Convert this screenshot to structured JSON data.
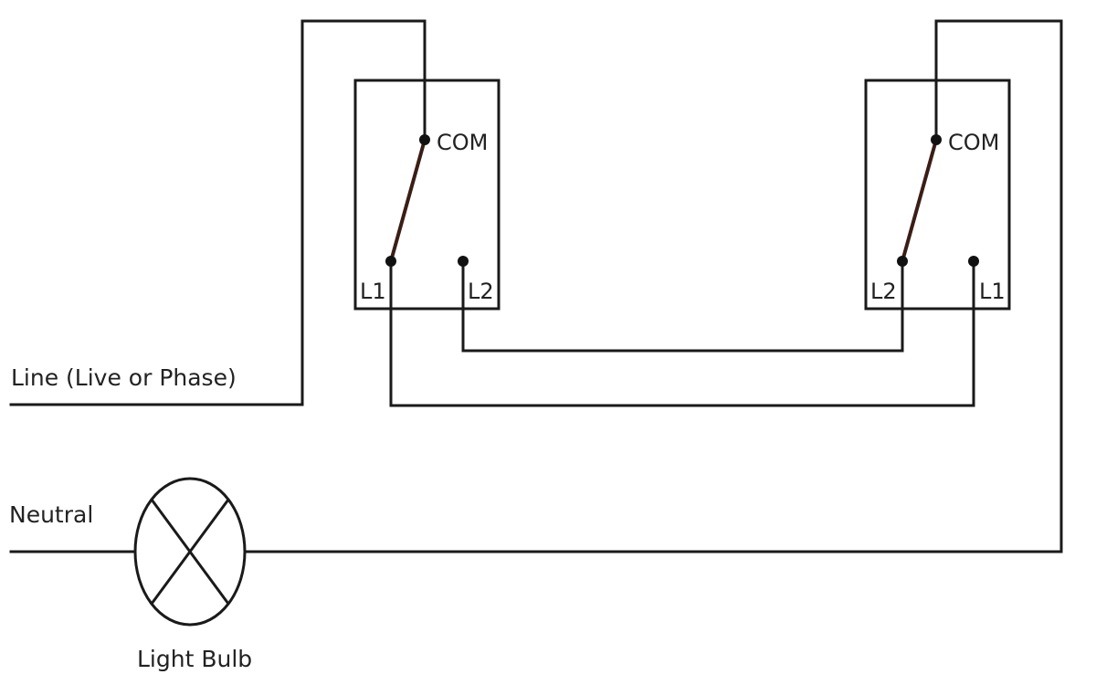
{
  "labels": {
    "line": "Line (Live or Phase)",
    "neutral": "Neutral",
    "light_bulb": "Light Bulb"
  },
  "switch_left": {
    "com": "COM",
    "left_terminal": "L1",
    "right_terminal": "L2"
  },
  "switch_right": {
    "com": "COM",
    "left_terminal": "L2",
    "right_terminal": "L1"
  },
  "colors": {
    "wire": "#1a1a1a",
    "lever": "#3a1e16",
    "text": "#222222"
  }
}
